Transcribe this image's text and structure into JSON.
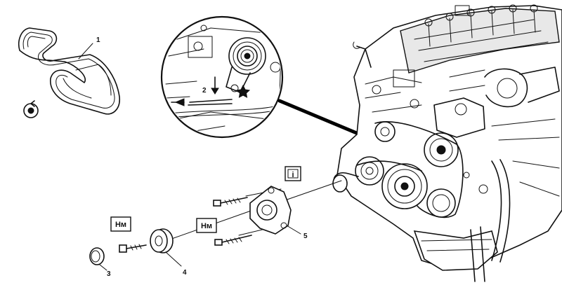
{
  "callouts": {
    "belt": "1",
    "tensioner_detail": "2",
    "seal_ring": "3",
    "pulley": "4",
    "tensioner_body": "5"
  },
  "torque_labels": {
    "pulley_bolt": "Нм",
    "tensioner_bolts": "Нм"
  },
  "info_label": "i",
  "icons": {
    "routing": "crankshaft-rotation-icon",
    "info": "info-icon",
    "torque": "torque-wrench-icon"
  }
}
